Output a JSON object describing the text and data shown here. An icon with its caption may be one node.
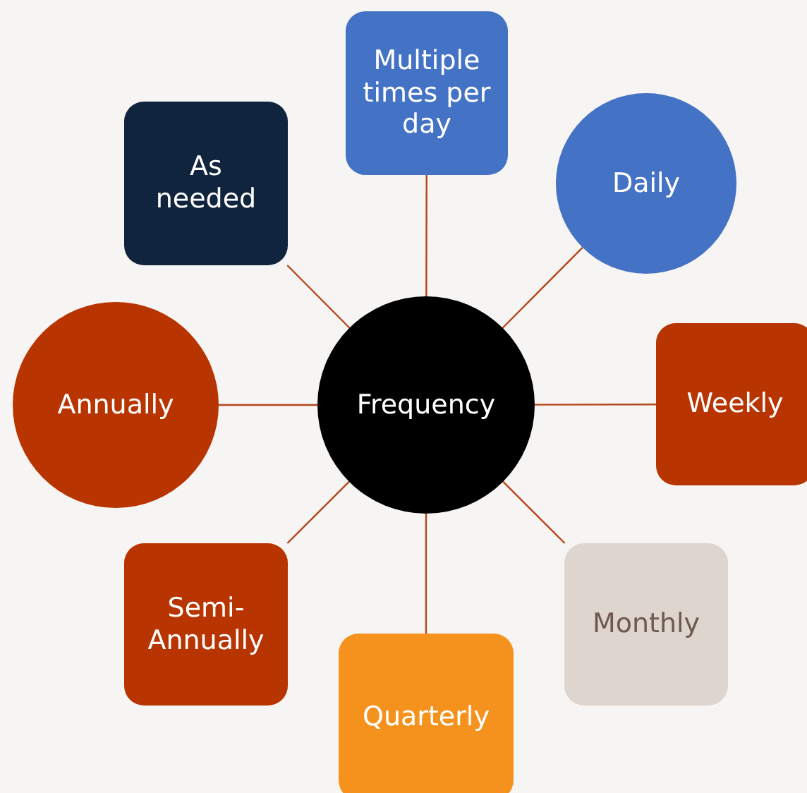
{
  "diagram": {
    "nodes": [
      {
        "text": [
          "Frequency"
        ]
      },
      {
        "text": [
          "Multiple times per day"
        ]
      },
      {
        "text": [
          "Daily"
        ]
      },
      {
        "text": [
          "Weekly"
        ]
      },
      {
        "text": [
          "Monthly"
        ]
      },
      {
        "text": [
          "Quarterly"
        ]
      },
      {
        "text": [
          "Semi-Annually"
        ]
      },
      {
        "text": [
          "Annually"
        ]
      },
      {
        "text": [
          "As needed"
        ]
      }
    ],
    "edges": [
      {
        "from": 0,
        "to": 1,
        "arrow": "none"
      },
      {
        "from": 0,
        "to": 2,
        "arrow": "none"
      },
      {
        "from": 0,
        "to": 3,
        "arrow": "none"
      },
      {
        "from": 0,
        "to": 4,
        "arrow": "none"
      },
      {
        "from": 0,
        "to": 5,
        "arrow": "none"
      },
      {
        "from": 0,
        "to": 6,
        "arrow": "none"
      },
      {
        "from": 0,
        "to": 7,
        "arrow": "none"
      },
      {
        "from": 0,
        "to": 8,
        "arrow": "none"
      }
    ]
  }
}
